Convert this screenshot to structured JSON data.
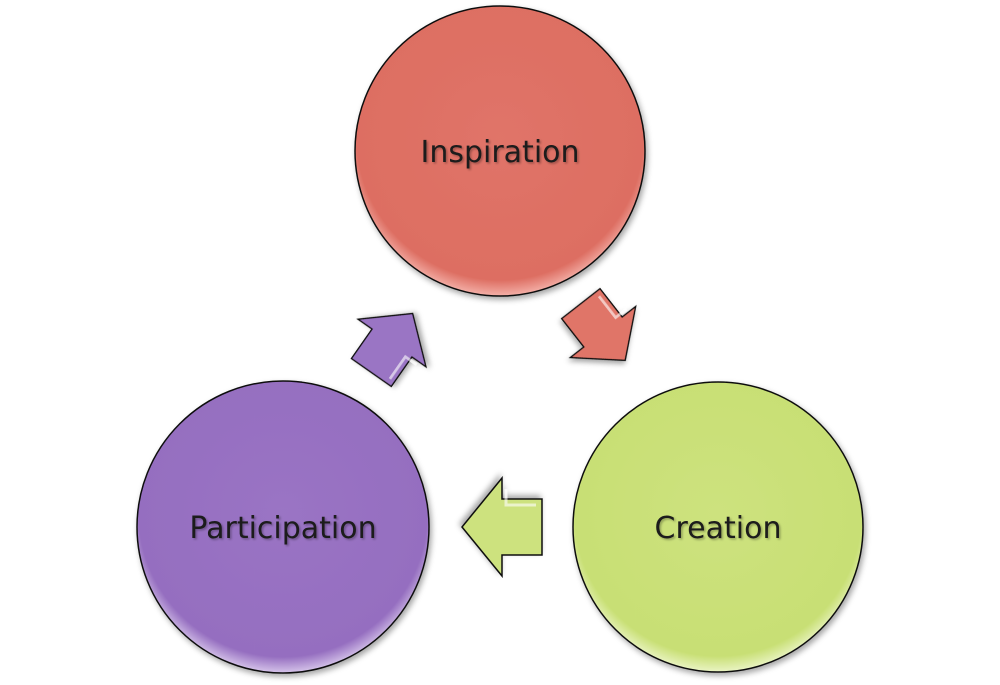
{
  "diagram": {
    "type": "cycle",
    "nodes": [
      {
        "label": "Inspiration",
        "color": "#e07468"
      },
      {
        "label": "Creation",
        "color": "#cde27e"
      },
      {
        "label": "Participation",
        "color": "#9a74c4"
      }
    ],
    "edges": [
      {
        "from": "Inspiration",
        "to": "Creation",
        "color": "#e07468"
      },
      {
        "from": "Creation",
        "to": "Participation",
        "color": "#cde27e"
      },
      {
        "from": "Participation",
        "to": "Inspiration",
        "color": "#9a74c4"
      }
    ]
  }
}
